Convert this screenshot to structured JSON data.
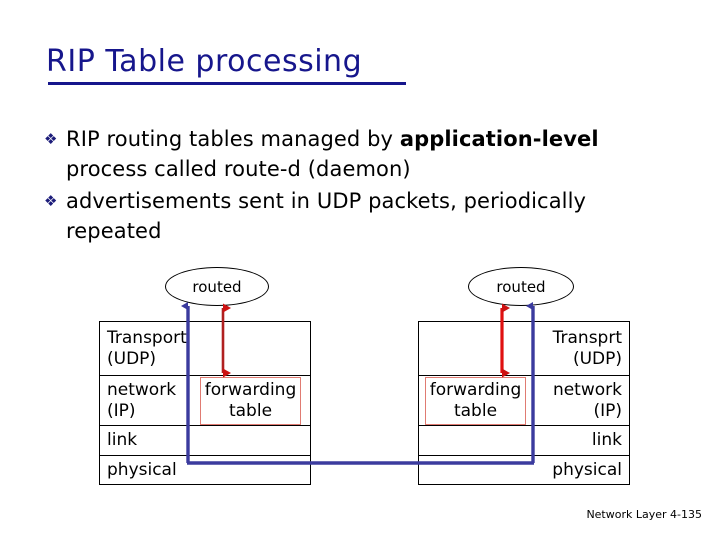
{
  "slide": {
    "title": "RIP Table processing",
    "footer": "Network Layer 4-135"
  },
  "bullets": [
    {
      "marker": "❖",
      "text_before": "RIP routing tables managed by ",
      "text_bold": "application-level",
      "text_after": " process called route-d (daemon)"
    },
    {
      "marker": "❖",
      "text_before": "advertisements sent in UDP packets, periodically repeated",
      "text_bold": "",
      "text_after": ""
    }
  ],
  "diagram": {
    "left_host": {
      "daemon_label": "routed",
      "layers": [
        {
          "label": "Transport\n(UDP)"
        },
        {
          "label": "network\n(IP)"
        },
        {
          "label": "link"
        },
        {
          "label": "physical"
        }
      ],
      "forwarding_table_label": "forwarding\ntable"
    },
    "right_host": {
      "daemon_label": "routed",
      "layers": [
        {
          "label": "Transprt\n(UDP)"
        },
        {
          "label": "network\n(IP)"
        },
        {
          "label": "link"
        },
        {
          "label": "physical"
        }
      ],
      "forwarding_table_label": "forwarding\ntable"
    },
    "colors": {
      "title": "#16168c",
      "bullet_marker": "#1c1c7a",
      "udp_arrow": "#3b3b9e",
      "table_arrow": "#cc1111",
      "forwarding_box_border": "#e07b72",
      "stack_border": "#000000"
    }
  }
}
